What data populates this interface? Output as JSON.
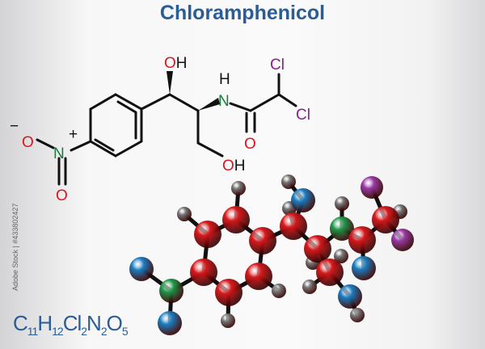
{
  "title": "Chloramphenicol",
  "formula": {
    "parts": [
      [
        "C",
        "11"
      ],
      [
        "H",
        "12"
      ],
      [
        "Cl",
        "2"
      ],
      [
        "N",
        "2"
      ],
      [
        "O",
        "5"
      ]
    ]
  },
  "credit": "Adobe Stock | #433802427",
  "labels": {
    "oh_top": "OH",
    "oh_bottom": "OH",
    "nh_h": "H",
    "nh_n": "N",
    "cl_top": "Cl",
    "cl_right": "Cl",
    "o_carbonyl": "O",
    "o_minus": "O",
    "minus": "−",
    "n_plus": "N",
    "plus": "+",
    "o_nitro": "O"
  },
  "colors": {
    "title": "#2a5d98",
    "oxygen_label": "#e0141e",
    "nitrogen_label": "#1a7a3c",
    "chlorine_label": "#8a1f8f",
    "carbon_ball": "#d7191c",
    "oxygen_ball": "#1a7fc4",
    "nitrogen_ball": "#1f9a4a",
    "chlorine_ball": "#9b3aa8",
    "hydrogen_ball": "#7a7a7a"
  }
}
